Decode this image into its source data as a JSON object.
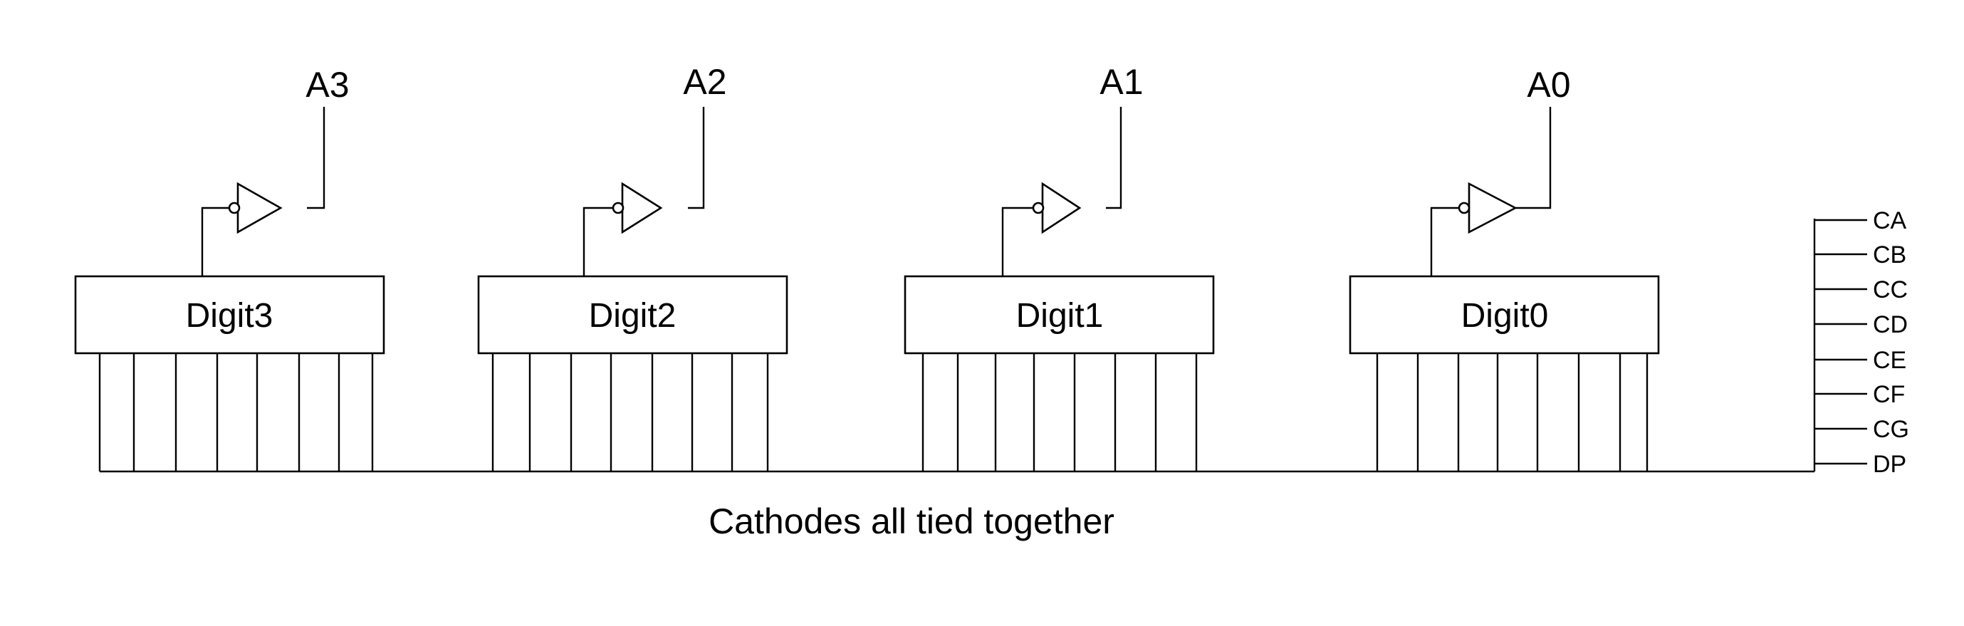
{
  "digits": [
    {
      "label": "Digit3",
      "anode": "A3"
    },
    {
      "label": "Digit2",
      "anode": "A2"
    },
    {
      "label": "Digit1",
      "anode": "A1"
    },
    {
      "label": "Digit0",
      "anode": "A0"
    }
  ],
  "cathodes": [
    "CA",
    "CB",
    "CC",
    "CD",
    "CE",
    "CF",
    "CG",
    "DP"
  ],
  "caption": "Cathodes all tied together"
}
